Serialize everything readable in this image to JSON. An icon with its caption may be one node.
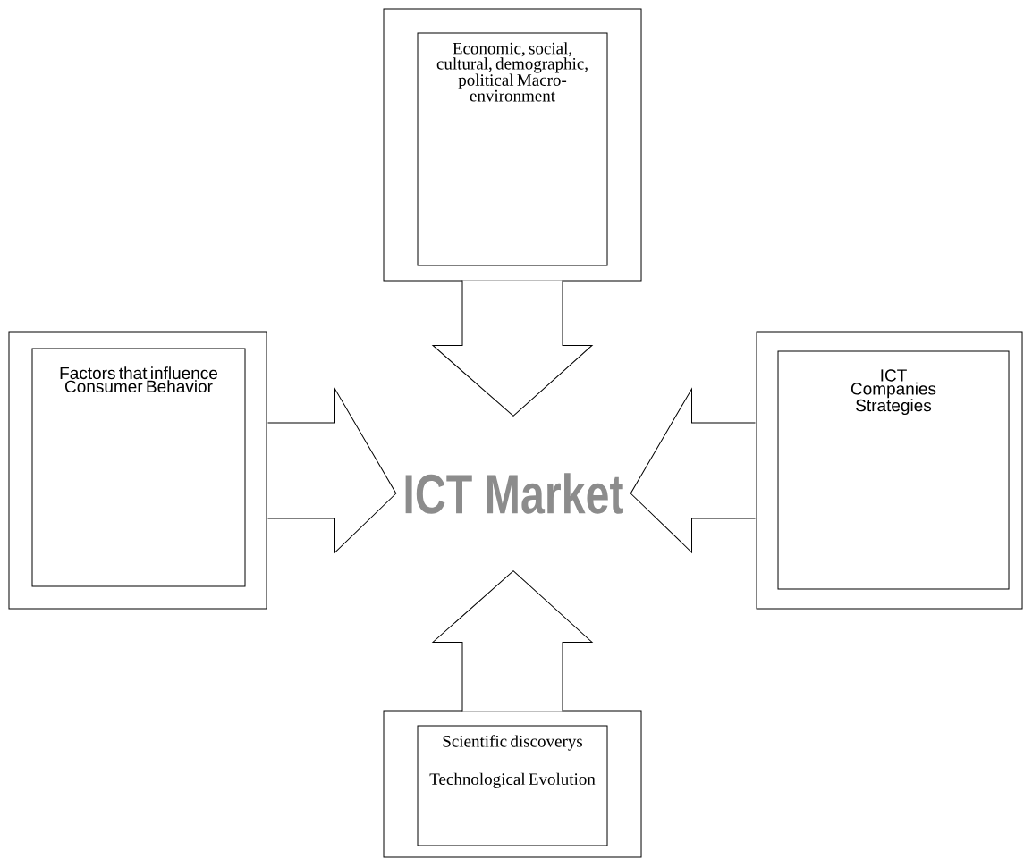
{
  "diagram": {
    "nodes": [
      {
        "text": [
          "ICT Market"
        ]
      },
      {
        "text": [
          "Economic, social, cultural, demographic, political Macro-environment"
        ]
      },
      {
        "text": [
          "Factors that influence Consumer Behavior"
        ]
      },
      {
        "text": [
          "ICT Companies Strategies"
        ]
      },
      {
        "text": [
          "Scientific discoverys",
          "Technological Evolution"
        ]
      }
    ],
    "edges": [
      {
        "from": 1,
        "to": 0,
        "arrow": "to"
      },
      {
        "from": 2,
        "to": 0,
        "arrow": "to"
      },
      {
        "from": 3,
        "to": 0,
        "arrow": "to"
      },
      {
        "from": 4,
        "to": 0,
        "arrow": "to"
      }
    ]
  }
}
